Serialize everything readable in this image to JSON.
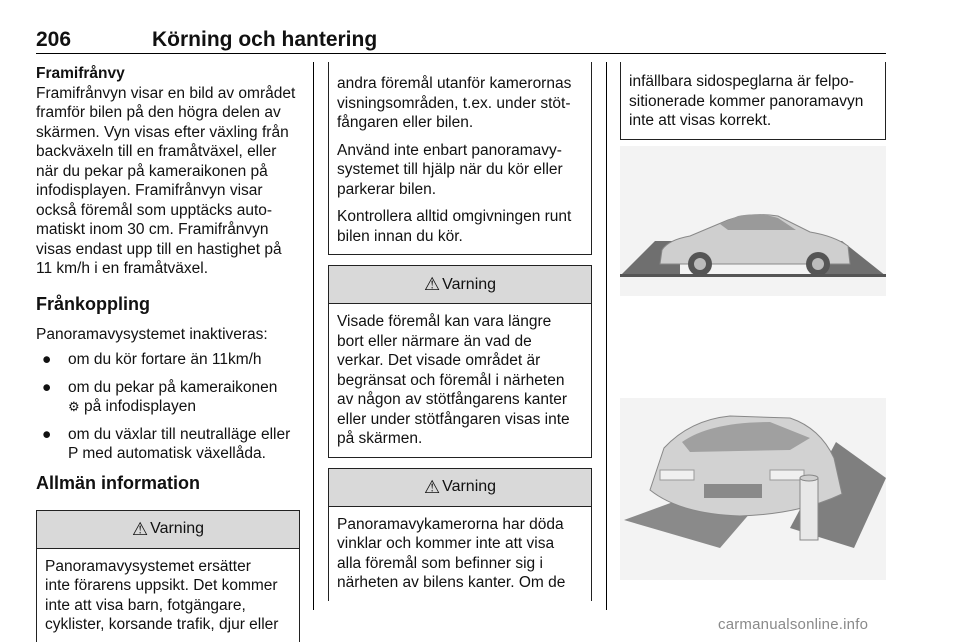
{
  "header": {
    "page_number": "206",
    "chapter_title": "Körning och hantering"
  },
  "col1": {
    "front_view_heading": "Framifrånvy",
    "front_view_lines": [
      "Framifrånvyn visar en bild av området",
      "framför bilen på den högra delen av",
      "skärmen. Vyn visas efter växling från",
      "backväxeln till en framåtväxel, eller",
      "när du pekar på kameraikonen på",
      "infodisplayen. Framifrånvyn visar",
      "också föremål som upptäcks auto-",
      "matiskt inom 30 cm. Framifrånvyn",
      "visas endast upp till en hastighet på",
      "11 km/h i en framåtväxel."
    ],
    "deactivation_heading": "Frånkoppling",
    "deactivation_intro": "Panoramavysystemet inaktiveras:",
    "bullet_symbol": "●",
    "bullets": [
      {
        "lines": [
          "om du kör fortare än 11km/h"
        ]
      },
      {
        "lines": [
          "om du pekar på kameraikonen"
        ],
        "icon_glyph": "⚙",
        "after_icon": " på infodisplayen"
      },
      {
        "lines": [
          "om du växlar till neutralläge eller",
          "P med automatisk växellåda."
        ]
      }
    ],
    "general_heading": "Allmän information",
    "warning1": {
      "title": "Varning",
      "lines": [
        "Panoramavysystemet ersätter",
        "inte förarens uppsikt. Det kommer",
        "inte att visa barn, fotgängare,",
        "cyklister, korsande trafik, djur eller"
      ]
    }
  },
  "col2": {
    "cont_lines": [
      "andra föremål utanför kamerornas",
      "visningsområden, t.ex. under stöt-",
      "fångaren eller bilen."
    ],
    "p2_lines": [
      "Använd inte enbart panoramavy-",
      "systemet till hjälp när du kör eller",
      "parkerar bilen."
    ],
    "p3_lines": [
      "Kontrollera alltid omgivningen runt",
      "bilen innan du kör."
    ],
    "warning2": {
      "title": "Varning",
      "lines": [
        "Visade föremål kan vara längre",
        "bort eller närmare än vad de",
        "verkar. Det visade området är",
        "begränsat och föremål i närheten",
        "av någon av stötfångarens kanter",
        "eller under stötfångaren visas inte",
        "på skärmen."
      ]
    },
    "warning3": {
      "title": "Varning",
      "lines": [
        "Panoramavykamerorna har döda",
        "vinklar och kommer inte att visa",
        "alla föremål som befinner sig i",
        "närheten av bilens kanter. Om de"
      ]
    }
  },
  "col3": {
    "cont_lines": [
      "infällbara sidospeglarna är felpo-",
      "sitionerade kommer panoramavyn",
      "inte att visas korrekt."
    ]
  },
  "icons": {
    "warning": "warning-triangle-icon",
    "camera": "gear-icon"
  },
  "watermark": "carmanualsonline.info"
}
